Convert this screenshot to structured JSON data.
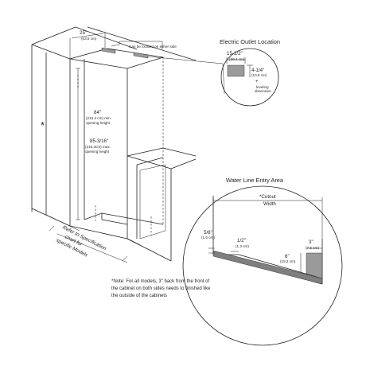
{
  "cabinet": {
    "width_in": "25\"",
    "width_cm": "(63.5 cm)",
    "top_note": "Can be located on either side",
    "min_height_in": "84\"",
    "min_height_cm": "(213.4 cm) min.",
    "min_height_desc": "opening height",
    "max_height_in": "85-3/16\"",
    "max_height_cm": "(216.3cm) max.",
    "max_height_desc": "opening height",
    "asterisk": "*",
    "spec_note_line1": "Refer to Specification",
    "spec_note_line2": "chart for",
    "spec_note_line3": "specific Models"
  },
  "outlet": {
    "title": "Electric Outlet Location",
    "width_in": "15-1/2\"",
    "width_cm": "(39.4 cm)",
    "height_in": "4-1/4\"",
    "height_cm": "(10.8 cm)",
    "plus": "+",
    "leveling_line1": "leveling",
    "leveling_line2": "dimension"
  },
  "water": {
    "title": "Water Line Entry Area",
    "cutout_line1": "*Cutout",
    "cutout_line2": "Width",
    "dim_58_in": "5/8\"",
    "dim_58_cm": "(1.6 cm)",
    "dim_12_in": "1/2\"",
    "dim_12_cm": "(1.3 cm)",
    "dim_3_in": "3\"",
    "dim_3_cm": "(7.6 cm)",
    "dim_6_in": "6\"",
    "dim_6_cm": "(15.2 cm)"
  },
  "footnote": {
    "line1": "*Note:  For all models, 3\" back from the front of",
    "line2": "the cabinet on both sides needs to finished like",
    "line3": "the outside of the cabinets"
  }
}
